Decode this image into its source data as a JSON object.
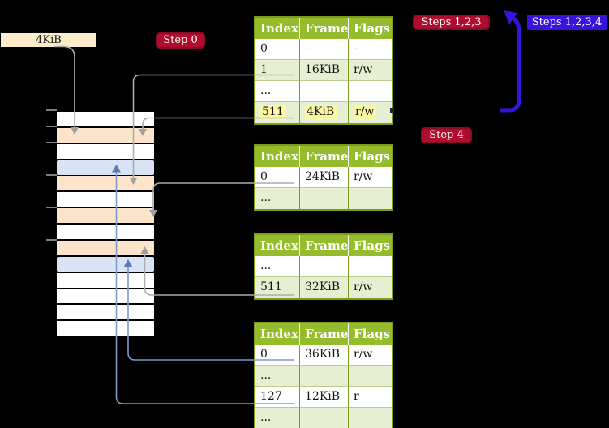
{
  "colors": {
    "background": "#000000",
    "page_size_label_bg": "#FBEDC9",
    "label_red_bg": "#AF0C2E",
    "label_red_border": "#8A0B26",
    "label_blue_bg": "#3A12DE",
    "table_header_bg": "#94BC2D",
    "table_border": "#7C9D1B",
    "row_alt_bg": "#E6EFD2",
    "row_divider": "#BACB8E",
    "highlight_bg": "#FCF7A3",
    "mem_white": "#FFFFFF",
    "mem_orange": "#FDE5CC",
    "mem_blue": "#D8E4F6",
    "tick_color": "#7F7F7F",
    "arrow_gray": "#ACACAC",
    "arrow_gray_head": "#A0A0A0",
    "arrow_steel": "#7F9BCE",
    "arrow_steel_head": "#5C7AB8",
    "arrow_indigo": "#3A12DE"
  },
  "labels": {
    "page_size": "4KiB",
    "step0": "Step 0",
    "steps123": "Steps 1,2,3",
    "steps1234": "Steps 1,2,3,4",
    "step4": "Step 4"
  },
  "tables": [
    {
      "headers": [
        "Index",
        "Frame",
        "Flags"
      ],
      "rows": [
        {
          "cells": [
            "0",
            "-",
            "-"
          ]
        },
        {
          "cells": [
            "1",
            "16KiB",
            "r/w"
          ]
        },
        {
          "cells": [
            "...",
            "",
            ""
          ]
        },
        {
          "cells": [
            "511",
            "4KiB",
            "r/w"
          ]
        }
      ]
    },
    {
      "headers": [
        "Index",
        "Frame",
        "Flags"
      ],
      "rows": [
        {
          "cells": [
            "0",
            "24KiB",
            "r/w"
          ]
        },
        {
          "cells": [
            "...",
            "",
            ""
          ]
        }
      ]
    },
    {
      "headers": [
        "Index",
        "Frame",
        "Flags"
      ],
      "rows": [
        {
          "cells": [
            "...",
            "",
            ""
          ]
        },
        {
          "cells": [
            "511",
            "32KiB",
            "r/w"
          ]
        }
      ]
    },
    {
      "headers": [
        "Index",
        "Frame",
        "Flags"
      ],
      "rows": [
        {
          "cells": [
            "0",
            "36KiB",
            "r/w"
          ]
        },
        {
          "cells": [
            "...",
            "",
            ""
          ]
        },
        {
          "cells": [
            "127",
            "12KiB",
            "r"
          ]
        },
        {
          "cells": [
            "...",
            "",
            ""
          ]
        }
      ]
    }
  ],
  "memory": {
    "rows": [
      "white",
      "orange",
      "white",
      "blue",
      "orange",
      "white",
      "orange",
      "white",
      "orange",
      "blue",
      "white",
      "white",
      "white",
      "white"
    ],
    "ticks": [
      136,
      156,
      176,
      216,
      256,
      296
    ]
  }
}
